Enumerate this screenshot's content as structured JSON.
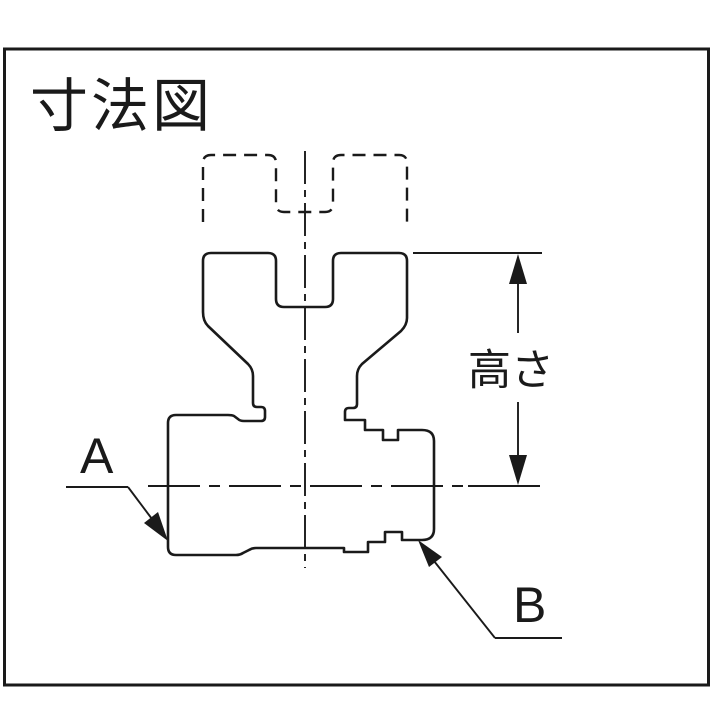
{
  "title": "寸法図",
  "annotations": {
    "label_a": "A",
    "label_b": "B",
    "height_label": "高さ"
  },
  "colors": {
    "line": "#1a1a1a",
    "background": "#ffffff"
  }
}
